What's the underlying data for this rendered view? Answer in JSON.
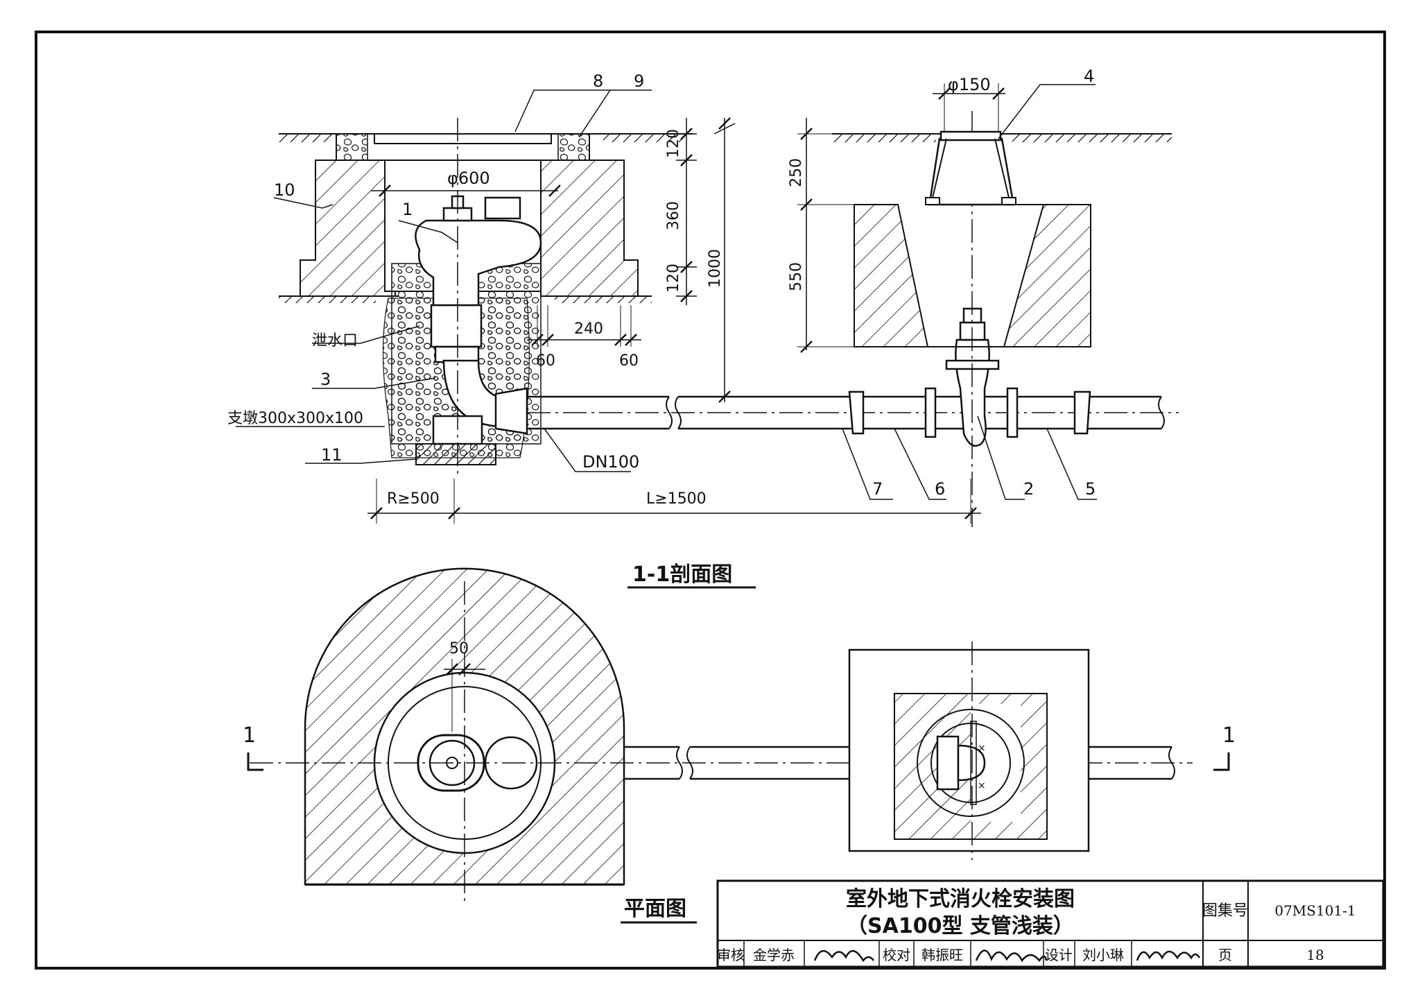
{
  "drawing": {
    "labels": {
      "n1": "1",
      "n2": "2",
      "n3": "3",
      "n4": "4",
      "n5": "5",
      "n6": "6",
      "n7": "7",
      "n8": "8",
      "n9": "9",
      "n10": "10",
      "n11": "11",
      "drain": "泄水口",
      "pier": "支墩300x300x100",
      "pipe": "DN100"
    },
    "dims": {
      "d600": "φ600",
      "d150": "φ150",
      "d120a": "120",
      "d360": "360",
      "d120b": "120",
      "d1000": "1000",
      "d250": "250",
      "d550": "550",
      "d240": "240",
      "d60a": "60",
      "d60b": "60",
      "d50": "50",
      "r500": "R≥500",
      "l1500": "L≥1500"
    },
    "section_title": "1-1剖面图",
    "plan_title": "平面图",
    "cut_marks": {
      "left": "1",
      "right": "1"
    }
  },
  "title_block": {
    "title_line1": "室外地下式消火栓安装图",
    "title_line2": "（SA100型  支管浅装）",
    "atlas_label": "图集号",
    "atlas_value": "07MS101-1",
    "review_label": "审核",
    "review_name": "金学赤",
    "check_label": "校对",
    "check_name": "韩振旺",
    "design_label": "设计",
    "design_name": "刘小琳",
    "page_label": "页",
    "page_value": "18"
  }
}
